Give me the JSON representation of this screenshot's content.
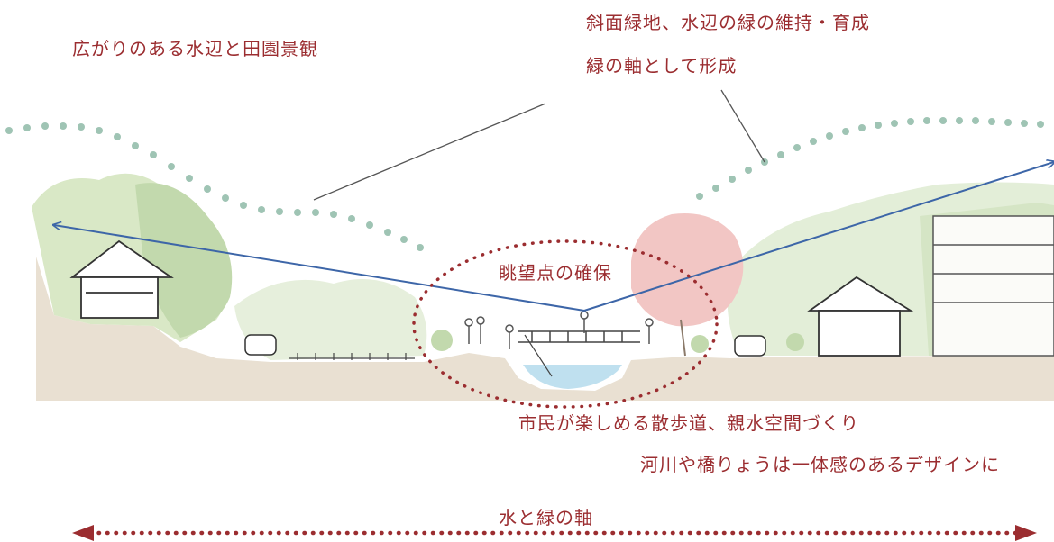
{
  "labels": {
    "rural_landscape": "広がりのある水辺と田園景観",
    "slope_green_line1": "斜面緑地、水辺の緑の維持・育成",
    "slope_green_line2": "緑の軸として形成",
    "viewpoint": "眺望点の確保",
    "promenade_line1": "市民が楽しめる散歩道、親水空間づくり",
    "promenade_line2": "河川や橋りょうは一体感のあるデザインに",
    "water_green_axis": "水と緑の軸"
  },
  "colors": {
    "text": "#9b2d30",
    "dots_green": "#9fc4b4",
    "sight_line": "#3d66a8",
    "axis_dots": "#9b2d30",
    "ground": "#e9e0d2",
    "water": "#bfe0ef",
    "pink_tree": "#f2c6c4",
    "green_light": "#d9e8c6",
    "green_mid": "#c2d9ad"
  }
}
